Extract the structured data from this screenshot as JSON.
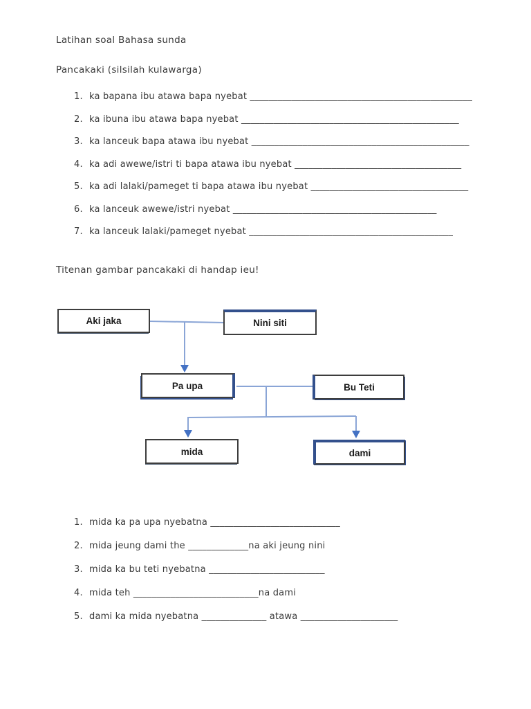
{
  "doc": {
    "title": "Latihan soal Bahasa sunda",
    "subtitle": "Pancakaki (silsilah kulawarga)",
    "section1": {
      "items": [
        {
          "num": "1.",
          "text": "ka bapana ibu atawa bapa nyebat  ________________________________________________"
        },
        {
          "num": "2.",
          "text": "ka ibuna ibu atawa bapa nyebat  _______________________________________________"
        },
        {
          "num": "3.",
          "text": "ka lanceuk bapa atawa ibu nyebat  _______________________________________________"
        },
        {
          "num": "4.",
          "text": "ka adi awewe/istri ti bapa atawa ibu nyebat  ____________________________________"
        },
        {
          "num": "5.",
          "text": "ka adi lalaki/pameget ti bapa atawa ibu nyebat  __________________________________"
        },
        {
          "num": "6.",
          "text": "ka lanceuk awewe/istri nyebat  ____________________________________________"
        },
        {
          "num": "7.",
          "text": "ka lanceuk lalaki/pameget nyebat  ____________________________________________"
        }
      ]
    },
    "diagram_caption": "Titenan gambar pancakaki di handap ieu!",
    "diagram": {
      "boxes": [
        {
          "id": "aki-jaka",
          "label": "Aki jaka"
        },
        {
          "id": "nini-siti",
          "label": "Nini siti"
        },
        {
          "id": "pa-upa",
          "label": "Pa upa"
        },
        {
          "id": "bu-teti",
          "label": "Bu Teti"
        },
        {
          "id": "mida",
          "label": "mida"
        },
        {
          "id": "dami",
          "label": "dami"
        }
      ]
    },
    "section2": {
      "items": [
        {
          "num": "1.",
          "text": "mida ka pa upa nyebatna ____________________________"
        },
        {
          "num": "2.",
          "text": "mida jeung dami the _____________na aki jeung nini"
        },
        {
          "num": "3.",
          "text": "mida ka bu teti nyebatna _________________________"
        },
        {
          "num": "4.",
          "text": "mida teh ___________________________na dami"
        },
        {
          "num": "5.",
          "text": "dami ka mida nyebatna ______________ atawa _____________________"
        }
      ]
    }
  },
  "colors": {
    "connector_line": "#8aa5d6",
    "arrowhead": "#4472c4",
    "box_shadow_accent": "#33508c",
    "box_border": "#3d3d3d",
    "text": "#3a3a3a"
  }
}
